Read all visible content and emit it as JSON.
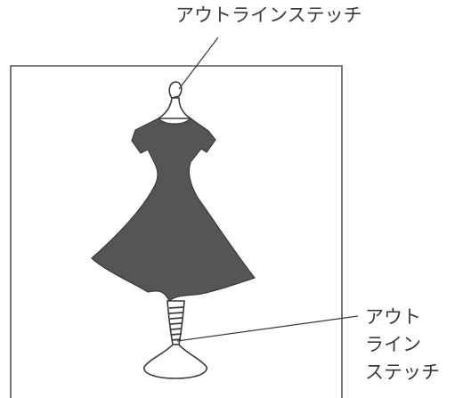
{
  "callouts": {
    "top_label": "アウトラインステッチ",
    "bottom_label_lines": [
      "アウト",
      "ライン",
      "ステッチ"
    ]
  },
  "colors": {
    "dress_fill": "#555555",
    "outline_stroke": "#3a3a3a",
    "frame_stroke": "#555555",
    "background": "#ffffff"
  },
  "icons": {
    "figure": "dress-on-mannequin-icon"
  }
}
